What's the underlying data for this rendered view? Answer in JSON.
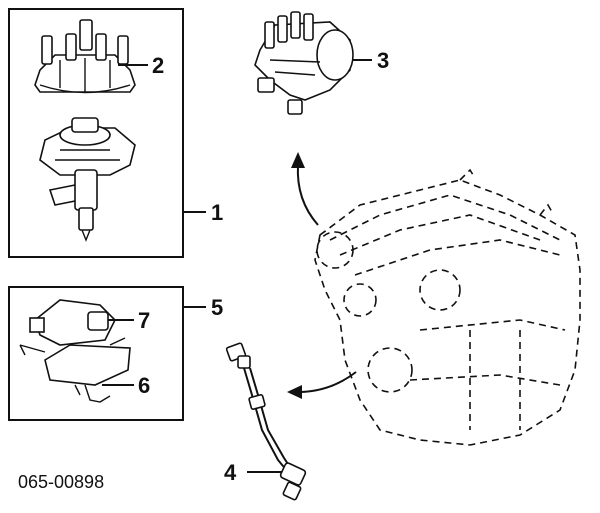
{
  "callouts": {
    "c1": "1",
    "c2": "2",
    "c3": "3",
    "c4": "4",
    "c5": "5",
    "c6": "6",
    "c7": "7"
  },
  "part_code": "065-00898",
  "colors": {
    "ink": "#111111",
    "background": "#ffffff"
  }
}
